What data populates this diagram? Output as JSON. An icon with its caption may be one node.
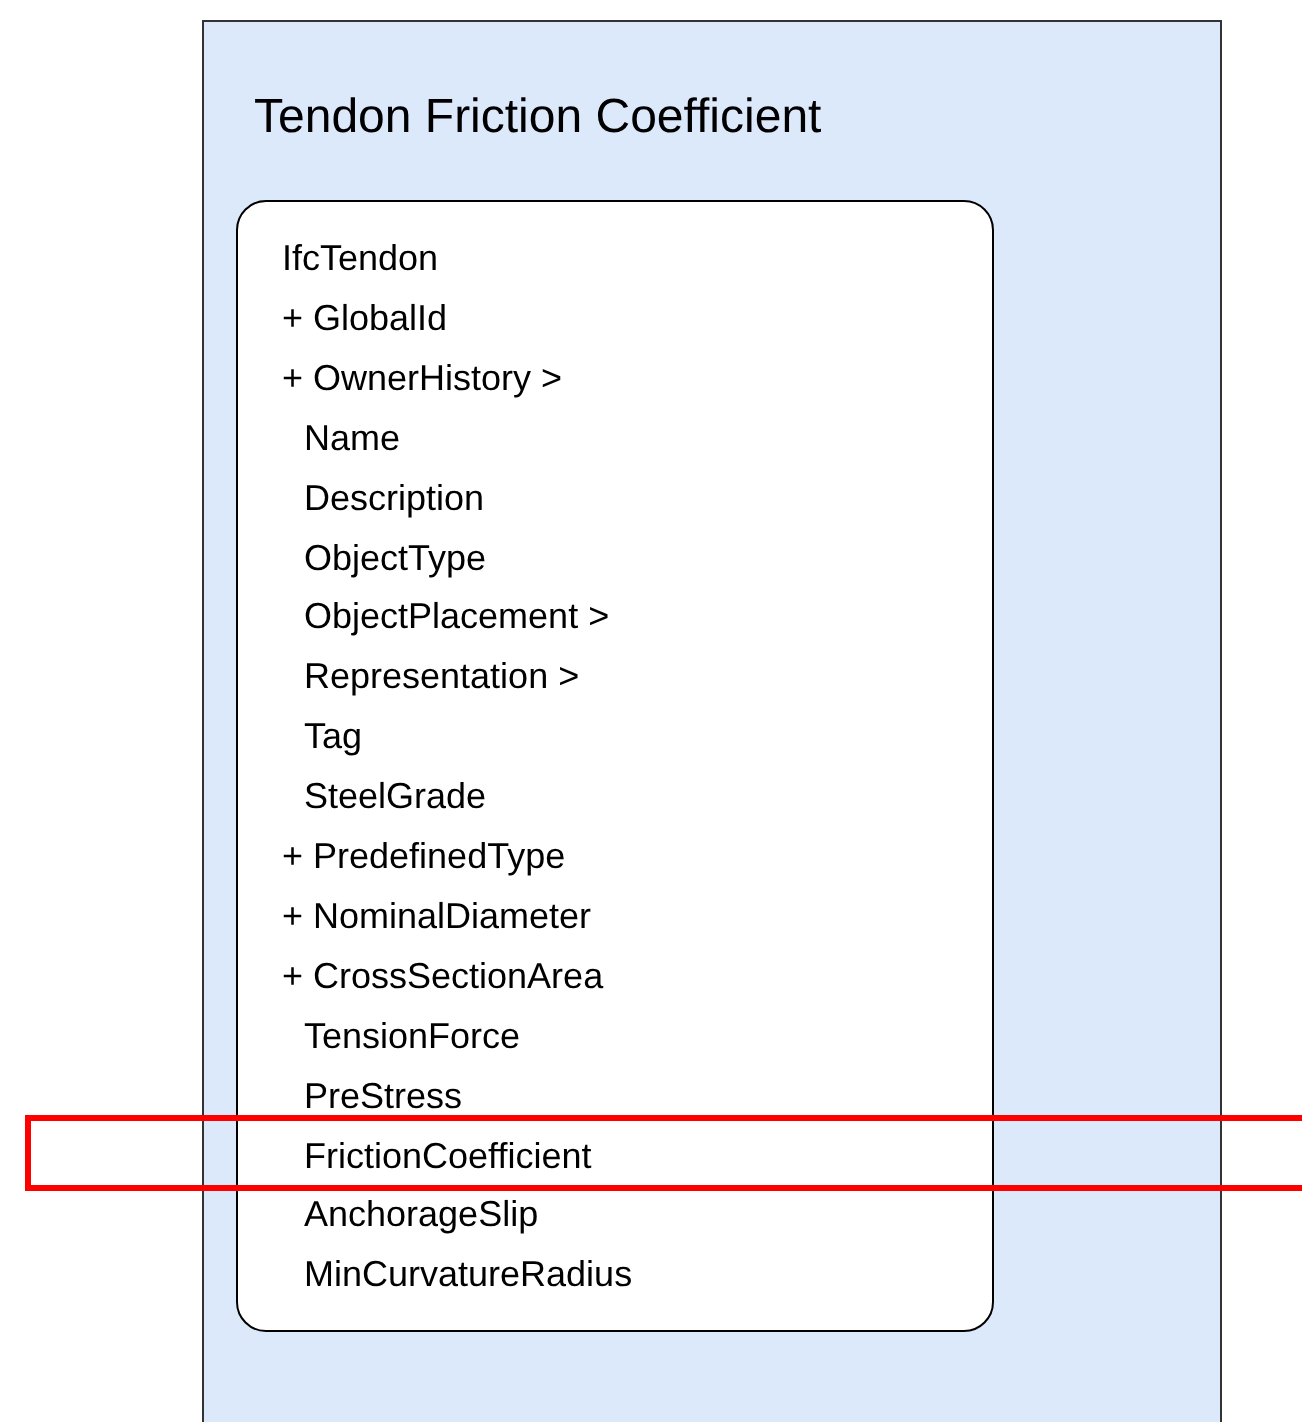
{
  "diagram": {
    "nodes": [
      {
        "text": [
          "Tendon Friction Coefficient"
        ]
      },
      {
        "text": [
          "IfcTendon",
          "+ GlobalId",
          "+ OwnerHistory >",
          "Name",
          "Description",
          "ObjectType",
          "ObjectPlacement >",
          "Representation >",
          "Tag",
          "SteelGrade",
          "+ PredefinedType",
          "+ NominalDiameter",
          "+ CrossSectionArea",
          "TensionForce",
          "PreStress",
          "FrictionCoefficient",
          "AnchorageSlip",
          "MinCurvatureRadius"
        ],
        "in": 0
      }
    ]
  }
}
